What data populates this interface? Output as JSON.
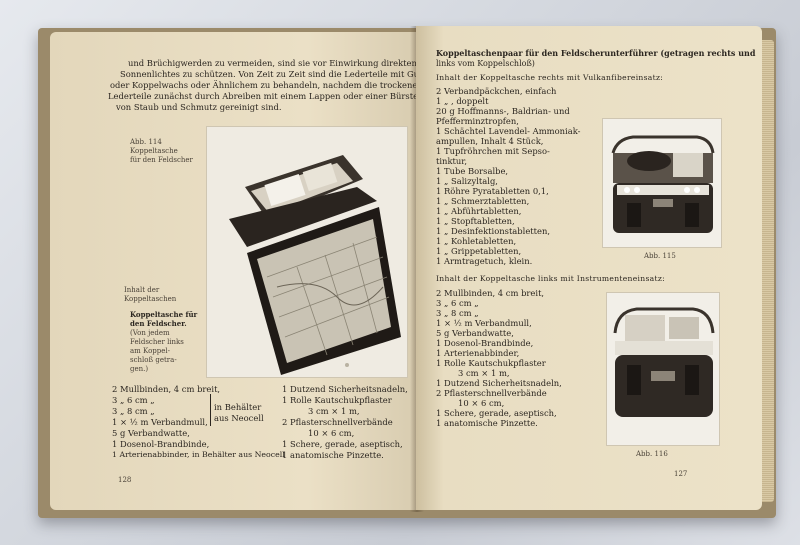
{
  "left_page": {
    "top_lines": [
      "und Brüchigwerden zu vermeiden, sind sie vor Einwirkung direkten",
      "Sonnenlichtes zu schützen. Von Zeit zu Zeit sind die Lederteile mit Gutalin",
      "oder Koppelwachs oder Ähnlichem zu behandeln, nachdem die trockenen",
      "Lederteile zunächst durch Abreiben mit einem Lappen oder einer Bürste",
      "von Staub und Schmutz gereinigt sind."
    ],
    "figure_caption": [
      "Abb. 114",
      "Koppeltasche",
      "für den Feldscher"
    ],
    "side_heading": [
      "Inhalt der",
      "Koppeltaschen"
    ],
    "side_note_bold": [
      "Koppeltasche für",
      "den Feldscher."
    ],
    "side_note": [
      "(Von jedem",
      "Feldscher links",
      "am Koppel-",
      "schloß getra-",
      "gen.)"
    ],
    "list_left": [
      "2 Mullbinden, 4 cm breit,",
      "3    „        6 cm   „",
      "3    „        8 cm   „",
      "1 × ½ m Verbandmull,",
      "5 g Verbandwatte,",
      "1 Dosenol-Brandbinde,",
      "1 Arterienabbinder, in Behälter aus Neocell"
    ],
    "bracket_label": [
      "in Behälter",
      "aus Neocell"
    ],
    "list_right": [
      "1 Dutzend Sicherheitsnadeln,",
      "1 Rolle Kautschukpflaster",
      "3 cm × 1 m,",
      "2 Pflasterschnellverbände",
      "10 × 6 cm,",
      "1 Schere, gerade, aseptisch,",
      "1 anatomische Pinzette."
    ],
    "page_number": "128"
  },
  "right_page": {
    "heading": [
      "Koppeltaschenpaar für den Feldscherunterführer (getragen rechts und",
      "links vom Koppelschloß)"
    ],
    "section1_title": "Inhalt der Koppeltasche rechts mit Vulkanfibereinsatz:",
    "section1_items": [
      "2 Verbandpäckchen, einfach",
      "1  „          , doppelt",
      "20 g Hoffmanns-, Baldrian- und",
      "        Pfefferminztropfen,",
      "1 Schächtel Lavendel- Ammoniak-",
      "        ampullen, Inhalt 4 Stück,",
      "1 Tupfröhrchen mit Sepso-",
      "        tinktur,",
      "1 Tube Borsalbe,",
      "1   „   Salizyltalg,",
      "1 Röhre Pyratabletten 0,1,",
      "1   „   Schmerztabletten,",
      "1   „   Abführtabletten,",
      "1   „   Stopftabletten,",
      "1   „   Desinfektionstabletten,",
      "1   „   Kohletabletten,",
      "1   „   Grippetabletten,",
      "1 Armtragetuch, klein."
    ],
    "fig1_caption": "Abb. 115",
    "section2_title": "Inhalt der Koppeltasche links mit Instrumenteneinsatz:",
    "section2_items": [
      "2 Mullbinden, 4 cm breit,",
      "3    „        6 cm   „",
      "3    „        8 cm   „",
      "1 × ½ m Verbandmull,",
      "5 g Verbandwatte,",
      "1 Dosenol-Brandbinde,",
      "1 Arterienabbinder,",
      "1 Rolle Kautschukpflaster",
      "3 cm × 1 m,",
      "1 Dutzend Sicherheitsnadeln,",
      "2 Pflasterschnellverbände",
      "10 × 6 cm,",
      "1 Schere, gerade, aseptisch,",
      "1 anatomische Pinzette."
    ],
    "fig2_caption": "Abb. 116",
    "page_number": "127"
  },
  "colors": {
    "paper": "#e7dcc1",
    "ink": "#2b2620",
    "cover": "#9b8a6a",
    "cloth": "#d4d8df"
  }
}
